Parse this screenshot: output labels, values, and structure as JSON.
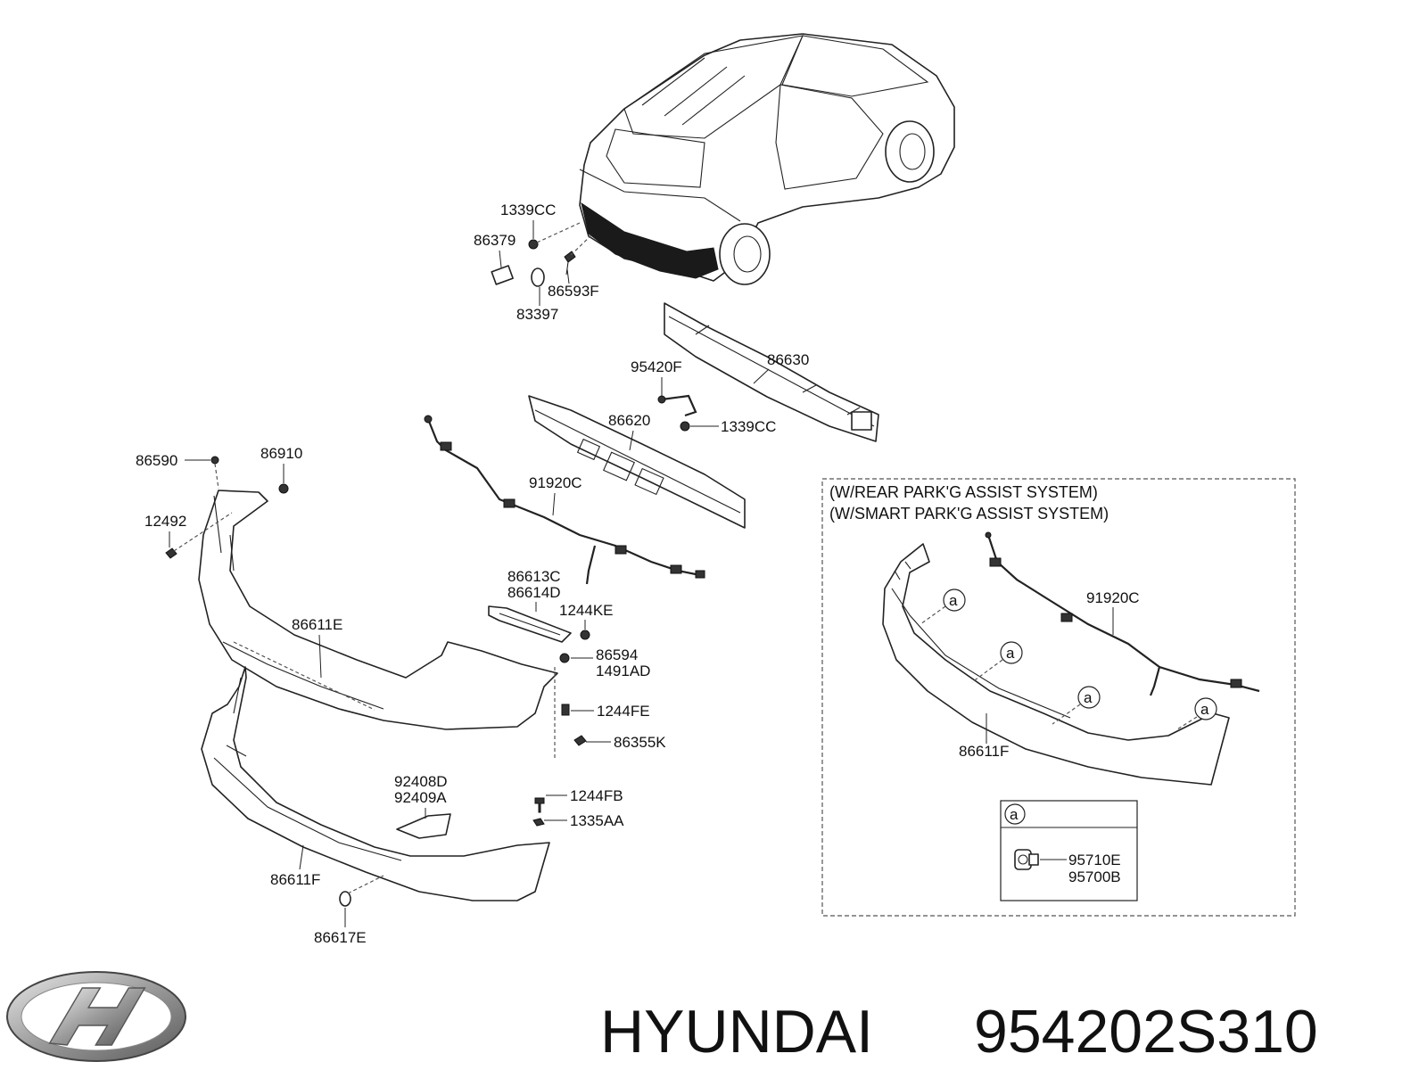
{
  "brand": {
    "name": "HYUNDAI",
    "part_number": "954202S310",
    "logo_icon": "hyundai-logo-icon"
  },
  "inset": {
    "title_line1": "(W/REAR PARK'G ASSIST SYSTEM)",
    "title_line2": "(W/SMART PARK'G ASSIST SYSTEM)",
    "marker": "a",
    "legend_marker": "a",
    "legend_part1": "95710E",
    "legend_part2": "95700B",
    "parts": [
      "91920C",
      "86611F"
    ]
  },
  "callouts": {
    "p1339CC_top": "1339CC",
    "p86379": "86379",
    "p86593F": "86593F",
    "p83397": "83397",
    "p86630": "86630",
    "p95420F": "95420F",
    "p1339CC_mid": "1339CC",
    "p86620": "86620",
    "p86590": "86590",
    "p86910": "86910",
    "p12492": "12492",
    "p91920C": "91920C",
    "p86613C": "86613C",
    "p86614D": "86614D",
    "p1244KE": "1244KE",
    "p86611E": "86611E",
    "p86594": "86594",
    "p1491AD": "1491AD",
    "p1244FE": "1244FE",
    "p86355K": "86355K",
    "p92408D": "92408D",
    "p92409A": "92409A",
    "p1244FB": "1244FB",
    "p1335AA": "1335AA",
    "p86611F": "86611F",
    "p86617E": "86617E"
  }
}
